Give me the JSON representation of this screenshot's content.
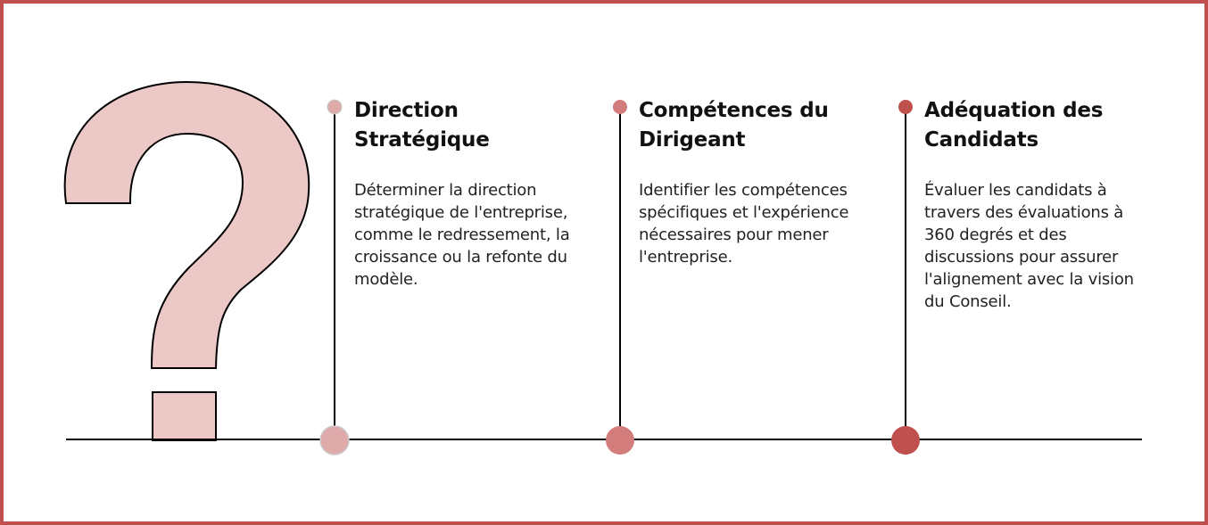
{
  "colors": {
    "frame": "#c0504d",
    "question_mark_fill": "#ecc8c7",
    "step_1": "#dfaaaa",
    "step_2": "#d27c7b",
    "step_3": "#c0504d",
    "line": "#000000"
  },
  "icons": {
    "question_mark": "question-mark-icon"
  },
  "steps": [
    {
      "title": "Direction Stratégique",
      "text": "Déterminer la direction stratégique de l'entreprise, comme le redressement, la croissance ou la refonte du modèle."
    },
    {
      "title": "Compétences du Dirigeant",
      "text": "Identifier les compétences spécifiques et l'expérience nécessaires pour mener l'entreprise."
    },
    {
      "title": "Adéquation des Candidats",
      "text": "Évaluer les candidats à travers des évaluations à 360 degrés et des discussions pour assurer l'alignement avec la vision du Conseil."
    }
  ]
}
